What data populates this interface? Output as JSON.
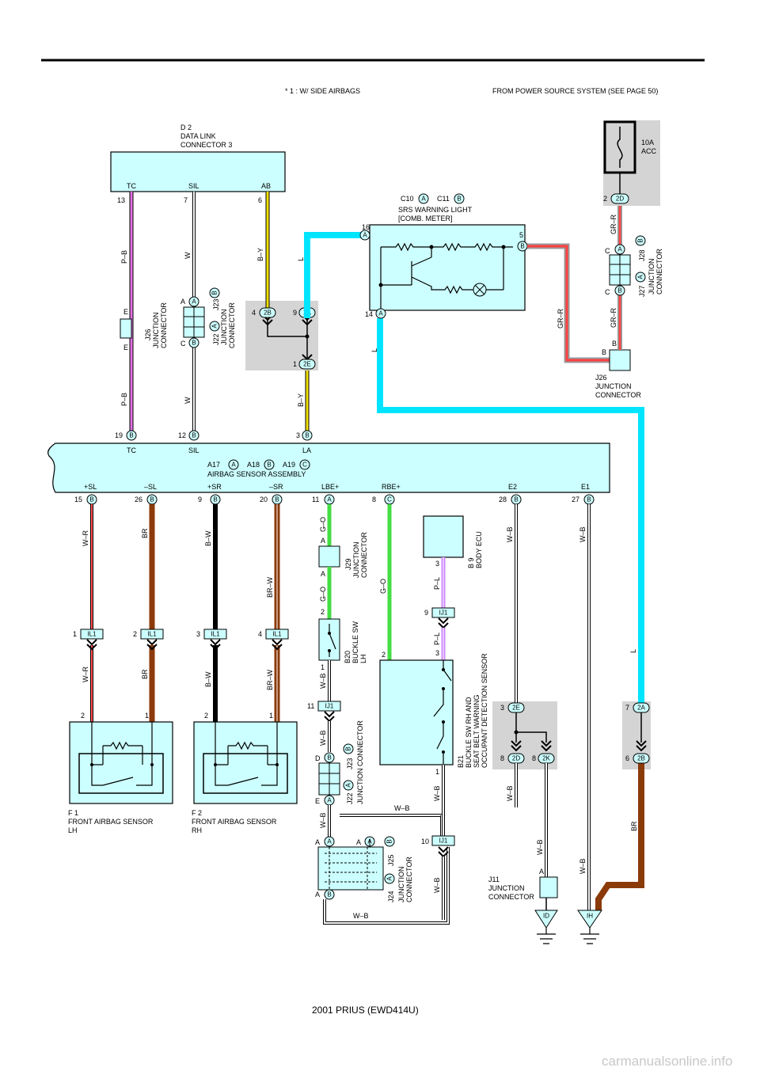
{
  "header": {
    "note": "* 1 : W/ SIDE AIRBAGS",
    "power_source": "FROM POWER SOURCE SYSTEM (SEE PAGE 50)"
  },
  "fuse": {
    "rating": "10A",
    "name": "ACC",
    "pin": "2",
    "conn": "2D"
  },
  "dlc": {
    "id": "D 2",
    "name": "DATA LINK",
    "name2": "CONNECTOR 3",
    "pin_tc": "TC",
    "pin_sil": "SIL",
    "pin_ab": "AB",
    "n_tc": "13",
    "n_sil": "7",
    "n_ab": "6"
  },
  "srs_light": {
    "c10": "C10",
    "c11": "C11",
    "badge_a": "A",
    "badge_b": "B",
    "name": "SRS WARNING LIGHT",
    "name2": "[COMB.  METER]",
    "pin16": "16",
    "pin5": "5",
    "pin14": "14"
  },
  "wire_colors": {
    "pb": "P–B",
    "w": "W",
    "by": "B–Y",
    "l": "L",
    "grr": "GR–R",
    "wr": "W–R",
    "br": "BR",
    "bw": "B–W",
    "brw": "BR–W",
    "go": "G–O",
    "pl": "P–L",
    "wb": "W–B"
  },
  "junctions": {
    "j26_top": {
      "id": "J26",
      "name": "JUNCTION",
      "name2": "CONNECTOR",
      "pin": "E"
    },
    "j22_23_top": {
      "id": "J22",
      "id2": "J23",
      "name": "JUNCTION",
      "name2": "CONNECTOR",
      "pin_a": "A",
      "pin_c": "C"
    },
    "j26_right": {
      "id": "J26",
      "name": "JUNCTION",
      "name2": "CONNECTOR",
      "pin": "B"
    },
    "j27_28": {
      "id": "J27",
      "id2": "J28",
      "name": "JUNCTION",
      "name2": "CONNECTOR",
      "pin": "C"
    },
    "j29": {
      "id": "J29",
      "name": "JUNCTION",
      "name2": "CONNECTOR",
      "pin": "A"
    },
    "j22_23_bot": {
      "id": "J22",
      "id2": "J23",
      "name": "JUNCTION CONNECTOR",
      "pin_d": "D",
      "pin_e": "E"
    },
    "j24_25": {
      "id": "J24",
      "id2": "J25",
      "name": "JUNCTION",
      "name2": "CONNECTOR",
      "pin": "A"
    },
    "j11": {
      "id": "J11",
      "name": "JUNCTION",
      "name2": "CONNECTOR",
      "pin": "A"
    }
  },
  "splices": {
    "s2b": "2B",
    "s2a": "2A",
    "s2e": "2E",
    "s2d": "2D",
    "s2k": "2K",
    "n4": "4",
    "n9": "9",
    "n1": "1",
    "n3": "3",
    "n8": "8",
    "n7": "7",
    "n6": "6"
  },
  "airbag_assy": {
    "a17": "A17",
    "a18": "A18",
    "a19": "A19",
    "ba": "A",
    "bb": "B",
    "bc": "C",
    "name": "AIRBAG SENSOR ASSEMBLY",
    "top_pins": [
      {
        "label": "TC",
        "num": "19",
        "c": "B"
      },
      {
        "label": "SIL",
        "num": "12",
        "c": "B"
      },
      {
        "label": "LA",
        "num": "3",
        "c": "B"
      }
    ],
    "bottom_pins": [
      {
        "label": "+SL",
        "num": "15",
        "c": "B"
      },
      {
        "label": "–SL",
        "num": "26",
        "c": "B"
      },
      {
        "label": "+SR",
        "num": "9",
        "c": "B"
      },
      {
        "label": "–SR",
        "num": "20",
        "c": "B"
      },
      {
        "label": "LBE+",
        "num": "11",
        "c": "A"
      },
      {
        "label": "RBE+",
        "num": "8",
        "c": "C"
      },
      {
        "label": "E2",
        "num": "28",
        "c": "B"
      },
      {
        "label": "E1",
        "num": "27",
        "c": "B"
      }
    ]
  },
  "il1": {
    "tag": "IL1",
    "p1": "1",
    "p2": "2",
    "p3": "3",
    "p4": "4"
  },
  "ij1": {
    "tag": "IJ1",
    "p9": "9",
    "p11": "11",
    "p10": "10"
  },
  "sensors": {
    "f1": {
      "id": "F 1",
      "name": "FRONT AIRBAG SENSOR",
      "side": "LH",
      "p2": "2",
      "p1": "1"
    },
    "f2": {
      "id": "F 2",
      "name": "FRONT AIRBAG SENSOR",
      "side": "RH",
      "p2": "2",
      "p1": "1"
    }
  },
  "body_ecu": {
    "id": "B 9",
    "name": "BODY ECU",
    "pin": "3"
  },
  "buckle_lh": {
    "id": "B20",
    "name": "BUCKLE SW",
    "side": "LH",
    "p2": "2",
    "p1": "1"
  },
  "buckle_rh": {
    "id": "B21",
    "name": "BUCKLE SW RH AND",
    "name2": "SEAT BELT WARNING",
    "name3": "OCCUPANT DETECTION SENSOR",
    "p2": "2",
    "p3": "3",
    "p1": "1"
  },
  "grounds": {
    "id": "ID",
    "ih": "IH"
  },
  "footer": "2001 PRIUS (EWD414U)",
  "watermark": "carmanualsonline.info"
}
